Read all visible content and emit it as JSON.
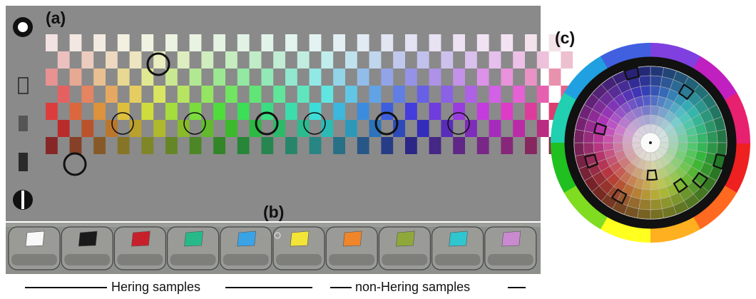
{
  "panel_labels": {
    "a": "(a)",
    "b": "(b)",
    "c": "(c)"
  },
  "captions": {
    "left": "Hering samples",
    "right": "non-Hering samples"
  },
  "sample_tile_colors": [
    "#f8f8f8",
    "#1a1a1a",
    "#c8202b",
    "#27b98a",
    "#3aa3e6",
    "#f3e438",
    "#f0852a",
    "#8fa83a",
    "#2fc6cf",
    "#c98ad0"
  ],
  "wheel_outer_ring_colors": [
    "#ee2020",
    "#ff6a20",
    "#ffb020",
    "#ffff20",
    "#7fdc20",
    "#20c020",
    "#20d0b0",
    "#20a0e0",
    "#4060e0",
    "#8040e0",
    "#c020c0",
    "#e82070"
  ]
}
